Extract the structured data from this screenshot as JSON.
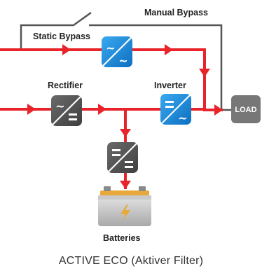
{
  "labels": {
    "manual_bypass": "Manual Bypass",
    "static_bypass": "Static Bypass",
    "rectifier": "Rectifier",
    "inverter": "Inverter",
    "load": "LOAD",
    "batteries": "Batteries"
  },
  "caption": "ACTIVE ECO (Aktiver Filter)",
  "colors": {
    "power_flow": "#e8232a",
    "bypass_line": "#555555",
    "active_module": "#1e88d6",
    "rectifier_module": "#555555",
    "load_box": "#777777"
  }
}
